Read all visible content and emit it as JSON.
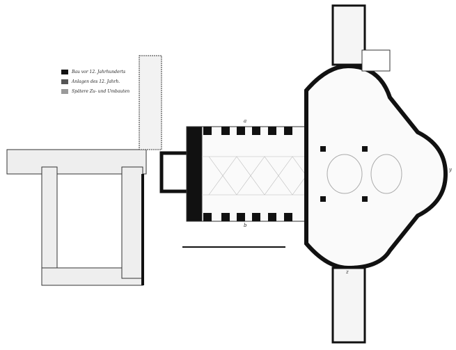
{
  "legend": {
    "items": [
      {
        "label": "Bau vor 12. Jahrhunderts",
        "color": "#111111"
      },
      {
        "label": "Anlagen des 12. Jahrh.",
        "color": "#555555"
      },
      {
        "label": "Spätere Zu- und Umbauten",
        "color": "#9a9a9a"
      }
    ]
  },
  "markers": {
    "a": "a",
    "b": "b",
    "y": "y",
    "z": "z"
  }
}
